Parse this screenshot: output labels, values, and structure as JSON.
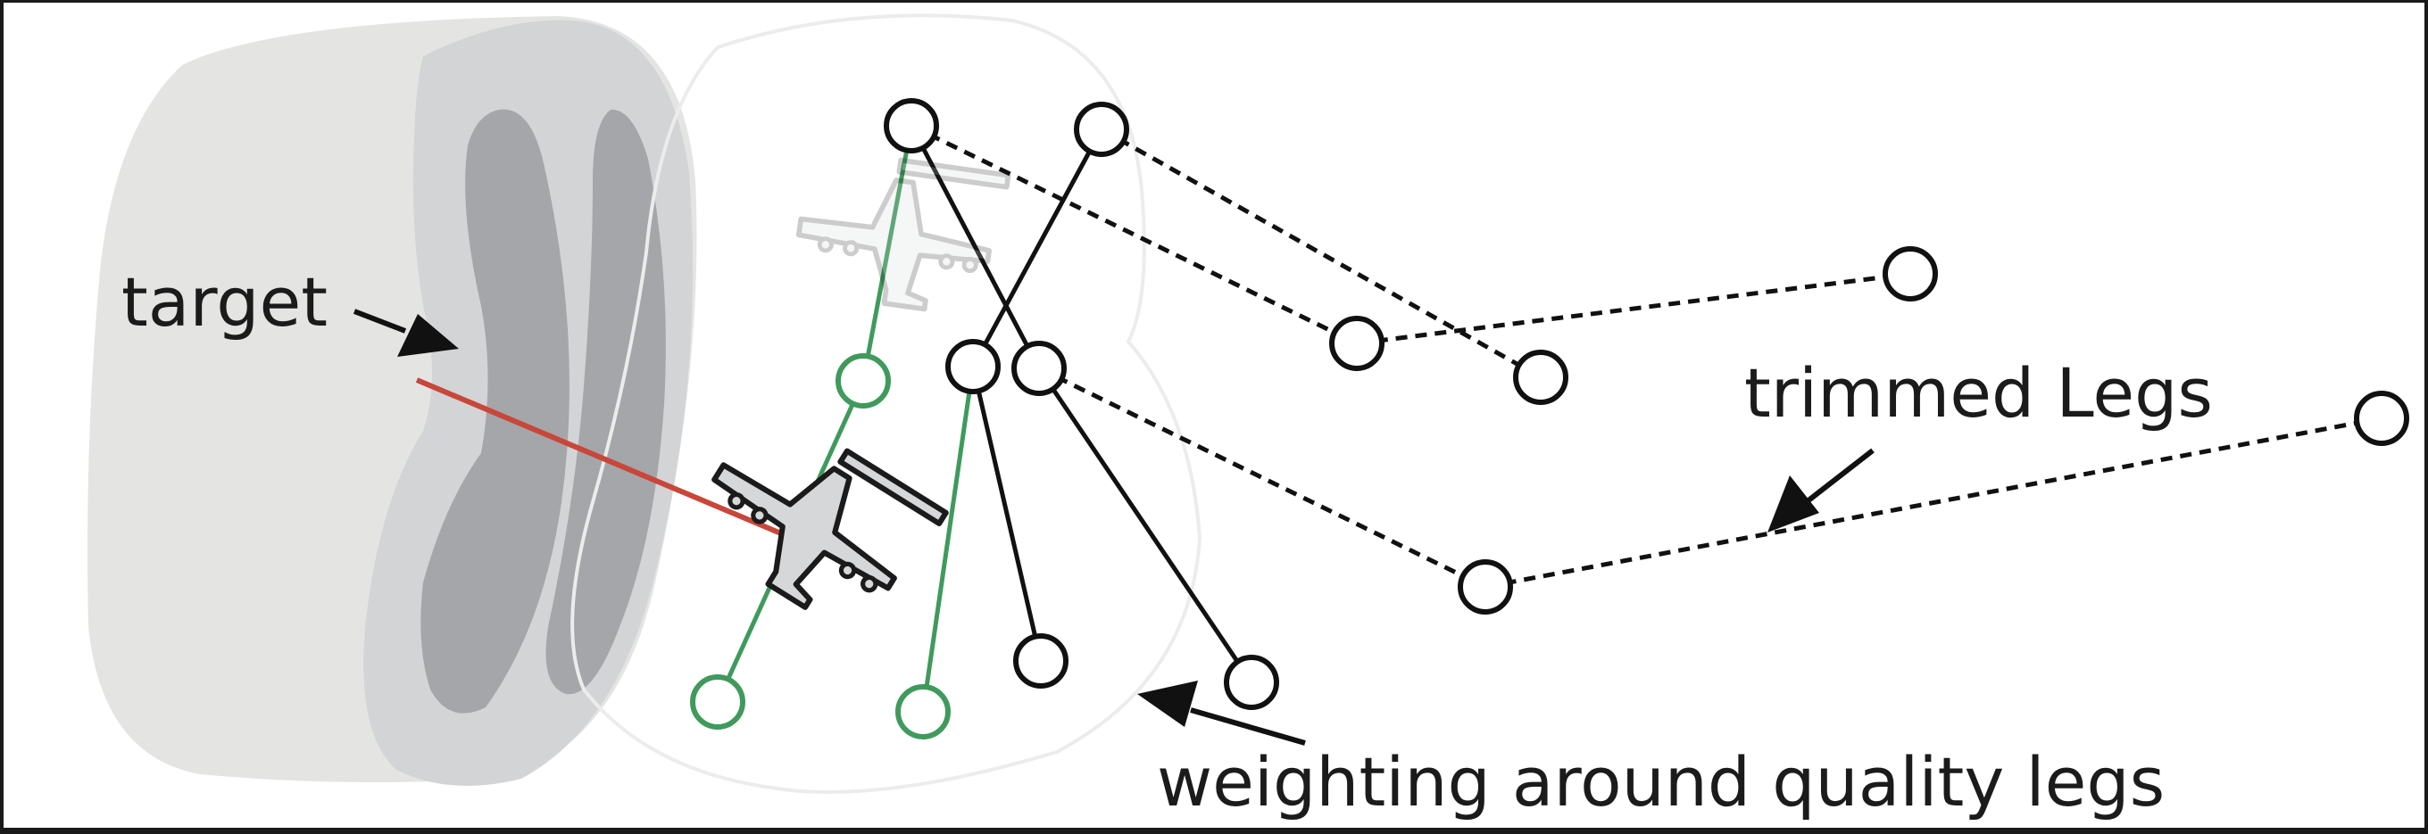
{
  "labels": {
    "target": "target",
    "trimmed_legs": "trimmed Legs",
    "weighting": "weighting around quality legs"
  },
  "colors": {
    "background": "#ffffff",
    "target_outer": "#e4e5e3",
    "target_ring": "#d3d4d6",
    "target_band": "#a5a6a9",
    "weight_zone_stroke": "#ececec",
    "leg_black": "#111111",
    "leg_green": "#3f9a5c",
    "sight_line": "#c8473a",
    "aircraft_active": "#d6d7d9",
    "aircraft_ghost": "#e9e9ea"
  },
  "icons": {
    "aircraft_active": "aircraft-icon",
    "aircraft_ghost": "aircraft-ghost-icon",
    "waypoint": "waypoint-circle-icon"
  }
}
